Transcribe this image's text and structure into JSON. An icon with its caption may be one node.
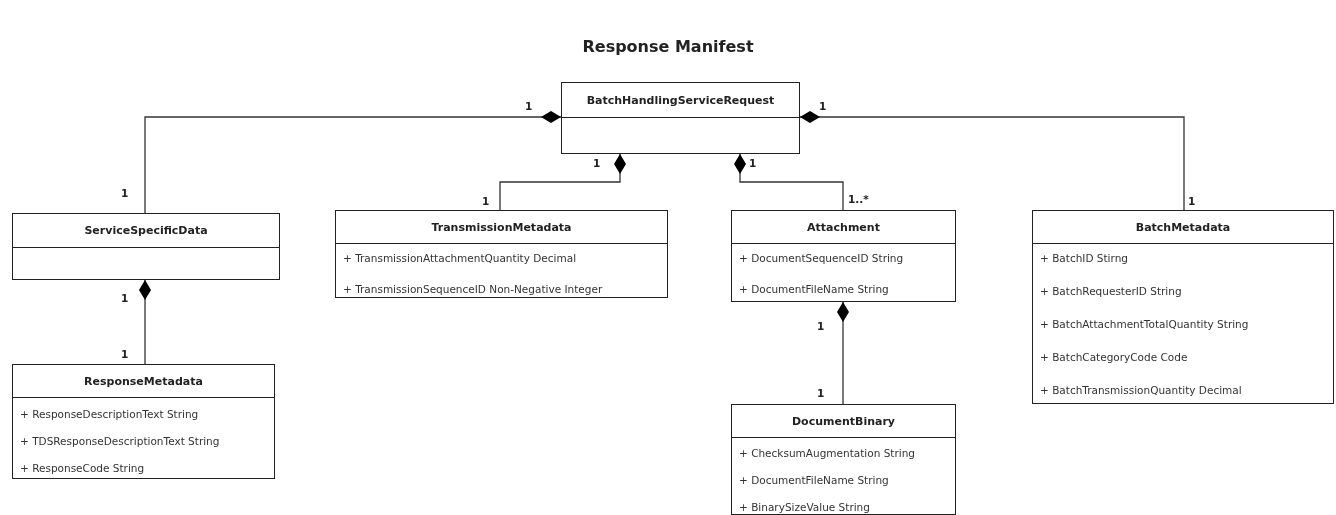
{
  "diagram": {
    "title": "Response Manifest",
    "nodes": [
      {
        "text": [
          "BatchHandlingServiceRequest"
        ]
      },
      {
        "text": [
          "ServiceSpecificData"
        ]
      },
      {
        "text": [
          "TransmissionMetadata",
          "+ TransmissionAttachmentQuantity Decimal",
          "+ TransmissionSequenceID Non-Negative Integer"
        ]
      },
      {
        "text": [
          "Attachment",
          "+ DocumentSequenceID String",
          "+ DocumentFileName String"
        ]
      },
      {
        "text": [
          "BatchMetadata",
          "+ BatchID Stirng",
          "+ BatchRequesterID String",
          "+ BatchAttachmentTotalQuantity String",
          "+ BatchCategoryCode Code",
          "+ BatchTransmissionQuantity Decimal"
        ]
      },
      {
        "text": [
          "ResponseMetadata",
          "+ ResponseDescriptionText String",
          "+ TDSResponseDescriptionText String",
          "+ ResponseCode String"
        ]
      },
      {
        "text": [
          "DocumentBinary",
          "+ ChecksumAugmentation String",
          "+ DocumentFileName String",
          "+ BinarySizeValue String"
        ]
      }
    ],
    "edges": [
      {
        "from": 0,
        "to": 1,
        "arrow": "other"
      },
      {
        "from": 0,
        "to": 2,
        "arrow": "other"
      },
      {
        "from": 0,
        "to": 3,
        "arrow": "other"
      },
      {
        "from": 0,
        "to": 4,
        "arrow": "other"
      },
      {
        "from": 1,
        "to": 5,
        "arrow": "other"
      },
      {
        "from": 3,
        "to": 6,
        "arrow": "other"
      }
    ],
    "labels": [
      "1",
      "1",
      "1",
      "1",
      "1",
      "1",
      "1..*",
      "1",
      "1",
      "1",
      "1",
      "1"
    ]
  }
}
